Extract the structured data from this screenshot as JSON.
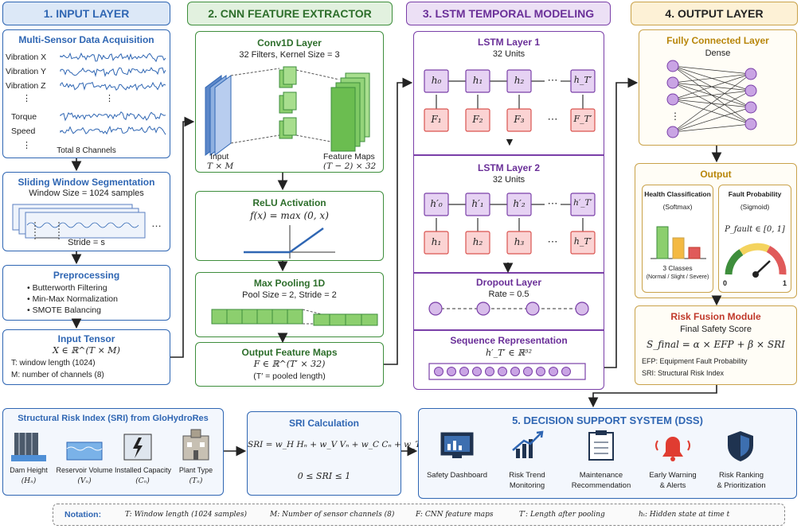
{
  "colors": {
    "input_blue": "#2f66b3",
    "cnn_green": "#3e8e3c",
    "lstm_purple": "#7a3fa8",
    "output_orange": "#b8860b",
    "risk_red": "#c0392b"
  },
  "col1": {
    "title": "1. INPUT LAYER",
    "acq": {
      "title": "Multi-Sensor Data Acquisition",
      "channels": [
        "Vibration X",
        "Vibration Y",
        "Vibration Z",
        "⋮",
        "Torque",
        "Speed",
        "⋮"
      ],
      "total": "Total 8 Channels"
    },
    "window": {
      "title": "Sliding Window Segmentation",
      "size": "Window Size = 1024 samples",
      "stride": "Stride = s",
      "ellipsis": "…"
    },
    "pre": {
      "title": "Preprocessing",
      "items": [
        "Butterworth Filtering",
        "Min-Max Normalization",
        "SMOTE Balancing"
      ]
    },
    "tensor": {
      "title": "Input Tensor",
      "formula": "X ∈ ℝ^(T × M)",
      "t": "T: window length (1024)",
      "m": "M: number of channels (8)"
    }
  },
  "col2": {
    "title": "2. CNN FEATURE EXTRACTOR",
    "conv": {
      "title": "Conv1D Layer",
      "desc": "32 Filters, Kernel Size = 3",
      "input": "Input",
      "input_dim": "T × M",
      "fmaps": "Feature Maps",
      "fmaps_dim": "(T − 2) × 32"
    },
    "relu": {
      "title": "ReLU Activation",
      "formula": "f(x) = max (0, x)"
    },
    "pool": {
      "title": "Max Pooling 1D",
      "desc": "Pool Size = 2, Stride = 2"
    },
    "out": {
      "title": "Output Feature Maps",
      "formula": "F ∈ ℝ^(T′ × 32)",
      "note": "(T′ = pooled length)"
    }
  },
  "col3": {
    "title": "3. LSTM TEMPORAL MODELING",
    "l1": {
      "title": "LSTM Layer 1",
      "units": "32 Units",
      "h": [
        "h₀",
        "h₁",
        "h₂",
        "h_T′"
      ],
      "f": [
        "F₁",
        "F₂",
        "F₃",
        "F_T′"
      ],
      "dots": "⋯"
    },
    "l2": {
      "title": "LSTM Layer 2",
      "units": "32 Units",
      "h": [
        "h′₀",
        "h′₁",
        "h′₂",
        "h′_T′"
      ],
      "f": [
        "h₁",
        "h₂",
        "h₃",
        "h_T′"
      ],
      "dots": "⋯"
    },
    "drop": {
      "title": "Dropout Layer",
      "rate": "Rate = 0.5"
    },
    "seq": {
      "title": "Sequence Representation",
      "formula": "h′_T′ ∈ ℝ³²"
    }
  },
  "col4": {
    "title": "4. OUTPUT LAYER",
    "fc": {
      "title": "Fully Connected Layer",
      "sub": "Dense"
    },
    "output": {
      "title": "Output",
      "health_title": "Health Classification",
      "health_sub": "(Softmax)",
      "classes": "3 Classes",
      "classes_sub": "(Normal / Slight / Severe)",
      "fault_title": "Fault Probability",
      "fault_sub": "(Sigmoid)",
      "fault_formula": "P_fault ∈ [0, 1]",
      "gauge_min": "0",
      "gauge_max": "1"
    },
    "risk": {
      "title": "Risk Fusion Module",
      "sub": "Final Safety Score",
      "formula": "S_final = α × EFP + β × SRI",
      "efp": "EFP: Equipment Fault Probability",
      "sri": "SRI: Structural Risk Index"
    }
  },
  "bottom": {
    "sri_box": {
      "title": "Structural Risk Index (SRI) from GloHydroRes",
      "items": [
        {
          "label": "Dam Height",
          "sym": "(Hₙ)"
        },
        {
          "label": "Reservoir Volume",
          "sym": "(Vₙ)"
        },
        {
          "label": "Installed Capacity",
          "sym": "(Cₙ)"
        },
        {
          "label": "Plant Type",
          "sym": "(Tₙ)"
        }
      ]
    },
    "calc": {
      "title": "SRI Calculation",
      "formula": "SRI = w_H Hₙ + w_V Vₙ + w_C Cₙ + w_T Tₙ",
      "range": "0 ≤ SRI ≤ 1"
    },
    "dss": {
      "title": "5. DECISION SUPPORT SYSTEM (DSS)",
      "items": [
        {
          "l1": "Safety Dashboard",
          "l2": ""
        },
        {
          "l1": "Risk Trend",
          "l2": "Monitoring"
        },
        {
          "l1": "Maintenance",
          "l2": "Recommendation"
        },
        {
          "l1": "Early Warning",
          "l2": "& Alerts"
        },
        {
          "l1": "Risk Ranking",
          "l2": "& Prioritization"
        }
      ]
    },
    "notation": {
      "label": "Notation:",
      "items": [
        "T: Window length (1024 samples)",
        "M: Number of sensor channels (8)",
        "F: CNN feature maps",
        "T′: Length after pooling",
        "hₜ: Hidden state at time t"
      ]
    }
  }
}
